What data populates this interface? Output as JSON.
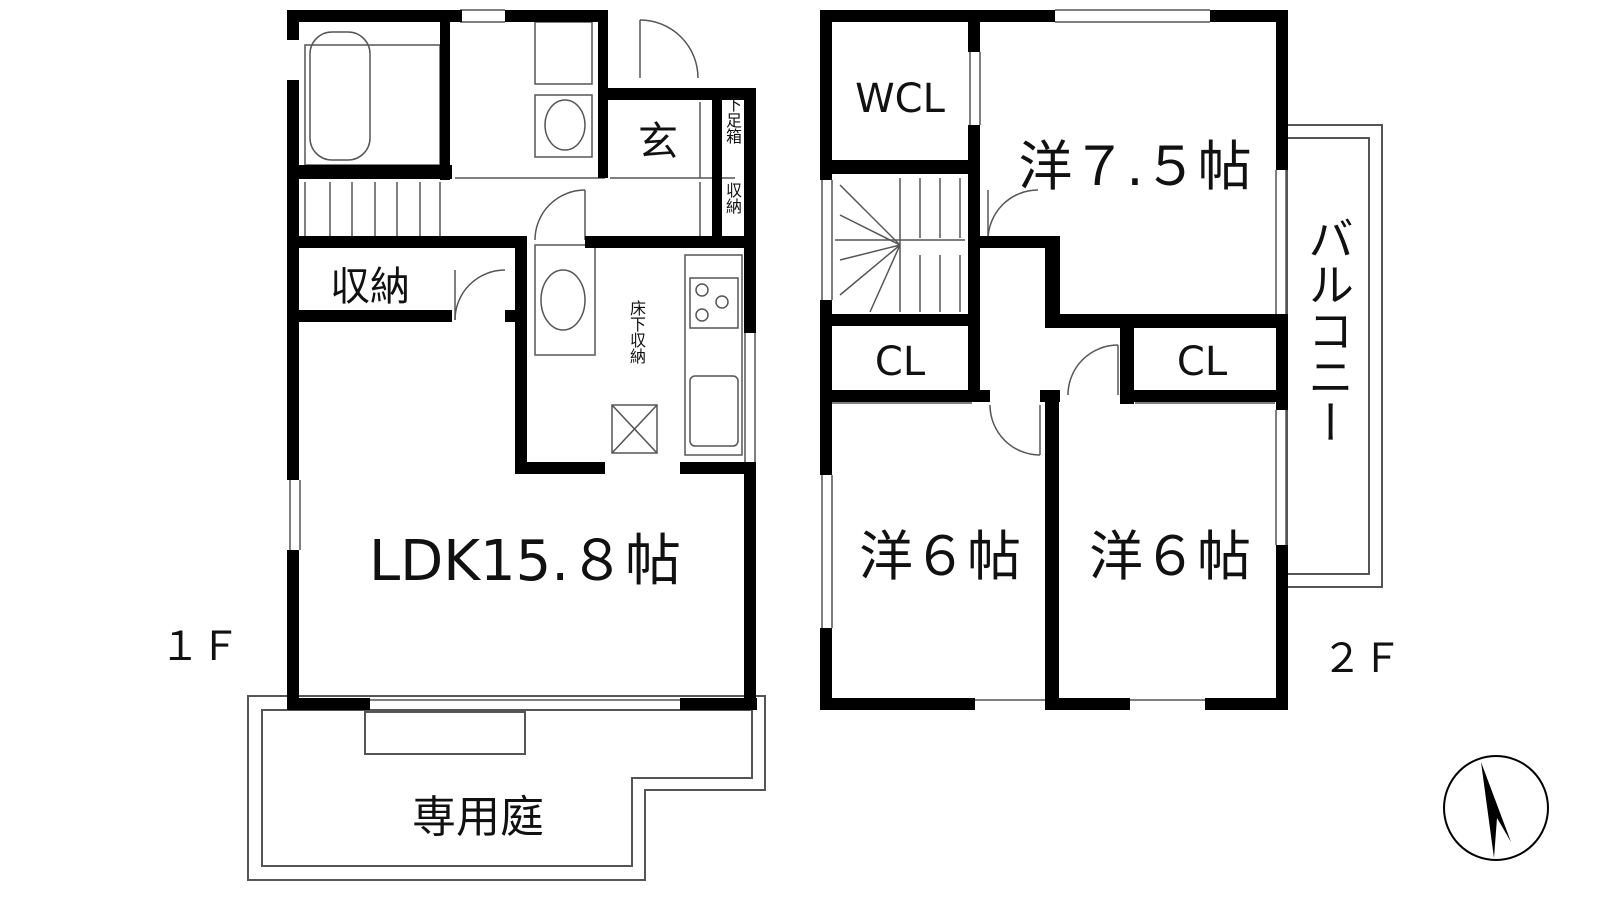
{
  "floor1": {
    "floor_label": "１Ｆ",
    "rooms": {
      "ldk": "LDK15.８帖",
      "storage": "収納",
      "entrance": "玄",
      "shoe_box": "下足箱",
      "hall_storage": "収納",
      "underfloor_storage": "床下収納",
      "private_garden": "専用庭"
    }
  },
  "floor2": {
    "floor_label": "２Ｆ",
    "rooms": {
      "wcl": "WCL",
      "western_75": "洋７.５帖",
      "western_6_left": "洋６帖",
      "western_6_right": "洋６帖",
      "cl_left": "CL",
      "cl_right": "CL",
      "balcony": "バルコニー"
    }
  },
  "compass": {
    "icon": "north-arrow-icon"
  },
  "colors": {
    "wall": "#000000",
    "line": "#555555",
    "background": "#ffffff"
  }
}
